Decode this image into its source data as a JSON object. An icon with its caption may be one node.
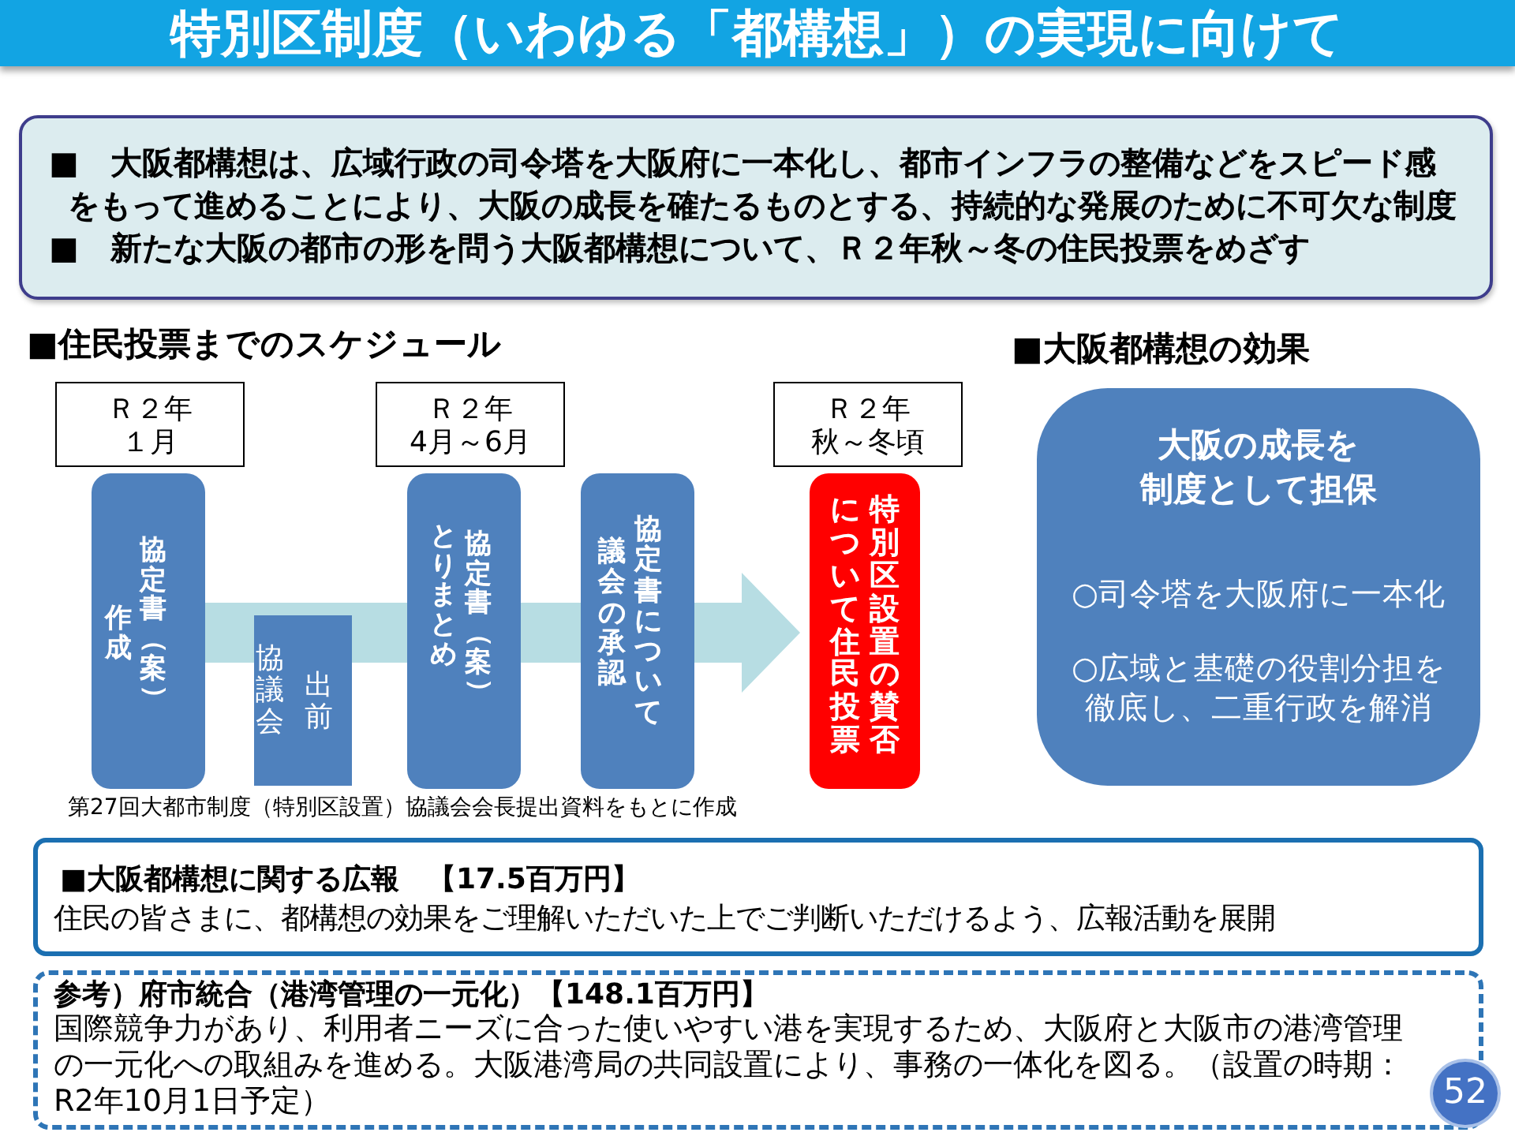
{
  "diagram": {
    "title": "特別区制度（いわゆる「都構想」）の実現に向けて",
    "nodes": [
      {
        "text": [
          "■　大阪都構想は、広域行政の司令塔を大阪府に一本化し、都市インフラの整備などをスピード感をもって進めることにより、大阪の成長を確たるものとする、持続的な発展のために不可欠な制度",
          "■　新たな大阪の都市の形を問う大阪都構想について、Ｒ２年秋～冬の住民投票をめざす"
        ]
      },
      {
        "text": [
          "Ｒ２年１月"
        ]
      },
      {
        "text": [
          "Ｒ２年4月～6月"
        ]
      },
      {
        "text": [
          "Ｒ２年秋～冬頃"
        ]
      },
      {
        "text": [
          "協定書（案）",
          "作成"
        ]
      },
      {
        "text": [
          "協議会",
          "出前"
        ]
      },
      {
        "text": [
          "協定書（案）",
          "とりまとめ"
        ]
      },
      {
        "text": [
          "議会の承認",
          "協定書について"
        ]
      },
      {
        "text": [
          "について住民投票",
          "特別区設置の賛否"
        ]
      },
      {
        "text": [
          "大阪の成長を制度として担保",
          "○司令塔を大阪府に一本化",
          "○広域と基礎の役割分担を徹底し、二重行政を解消"
        ]
      },
      {
        "text": [
          "■大阪都構想に関する広報　【17.5百万円】",
          "住民の皆さまに、都構想の効果をご理解いただいた上でご判断いただけるよう、広報活動を展開"
        ]
      },
      {
        "text": [
          "参考）府市統合（港湾管理の一元化）【148.1百万円】",
          "国際競争力があり、利用者ニーズに合った使いやすい港を実現するため、大阪府と大阪市の港湾管理の一元化への取組みを進める。大阪港湾局の共同設置により、事務の一体化を図る。（設置の時期：R2年10月1日予定）"
        ]
      },
      {
        "text": [
          "52"
        ]
      }
    ],
    "labels": [
      "■住民投票までのスケジュール",
      "■大阪都構想の効果",
      "第27回大都市制度（特別区設置）協議会会長提出資料をもとに作成"
    ]
  }
}
